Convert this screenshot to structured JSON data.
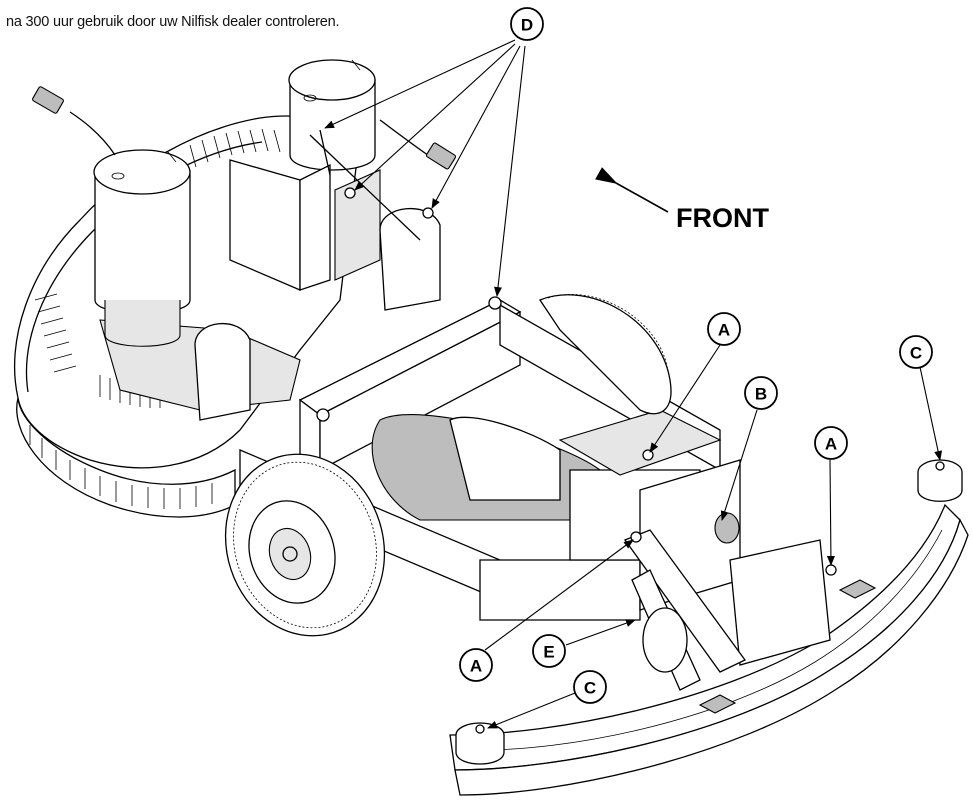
{
  "caption": "na 300 uur gebruik door uw Nilfisk dealer controleren.",
  "direction_label": "FRONT",
  "callouts": {
    "d": "D",
    "a_top": "A",
    "b": "B",
    "c_right": "C",
    "a_right": "A",
    "a_bottom": "A",
    "e": "E",
    "c_bottom": "C"
  }
}
